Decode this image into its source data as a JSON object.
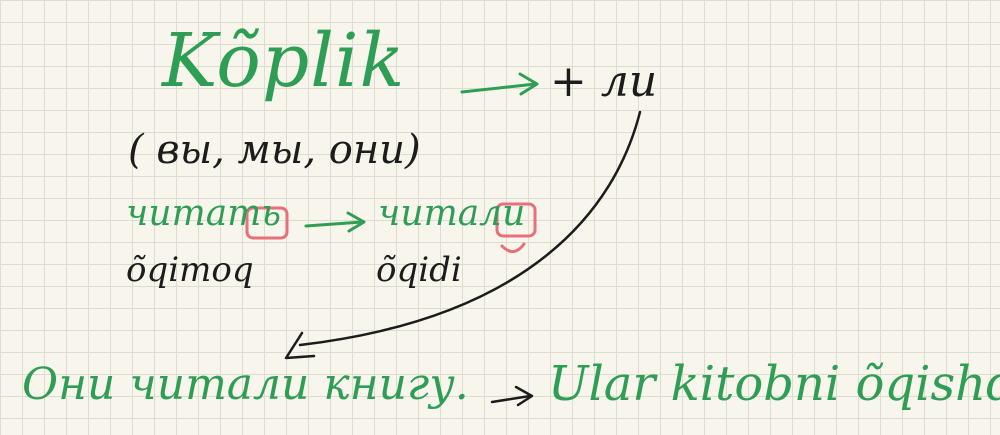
{
  "title": "Kõplik",
  "suffix": "+ ли",
  "pronouns": "( вы, мы, они)",
  "infinitive_ru": "читать",
  "past_ru": "читали",
  "infinitive_uz": "õqimoq",
  "past_uz": "õqidi",
  "sentence_ru": "Они читали книгу.",
  "sentence_uz": "Ular kitobni õqishdi",
  "colors": {
    "green_ink": "#2f9e55",
    "black_ink": "#1c1c1c",
    "pink_highlight": "#e8707a",
    "paper": "#f7f5ec",
    "grid": "#dcdccf"
  }
}
